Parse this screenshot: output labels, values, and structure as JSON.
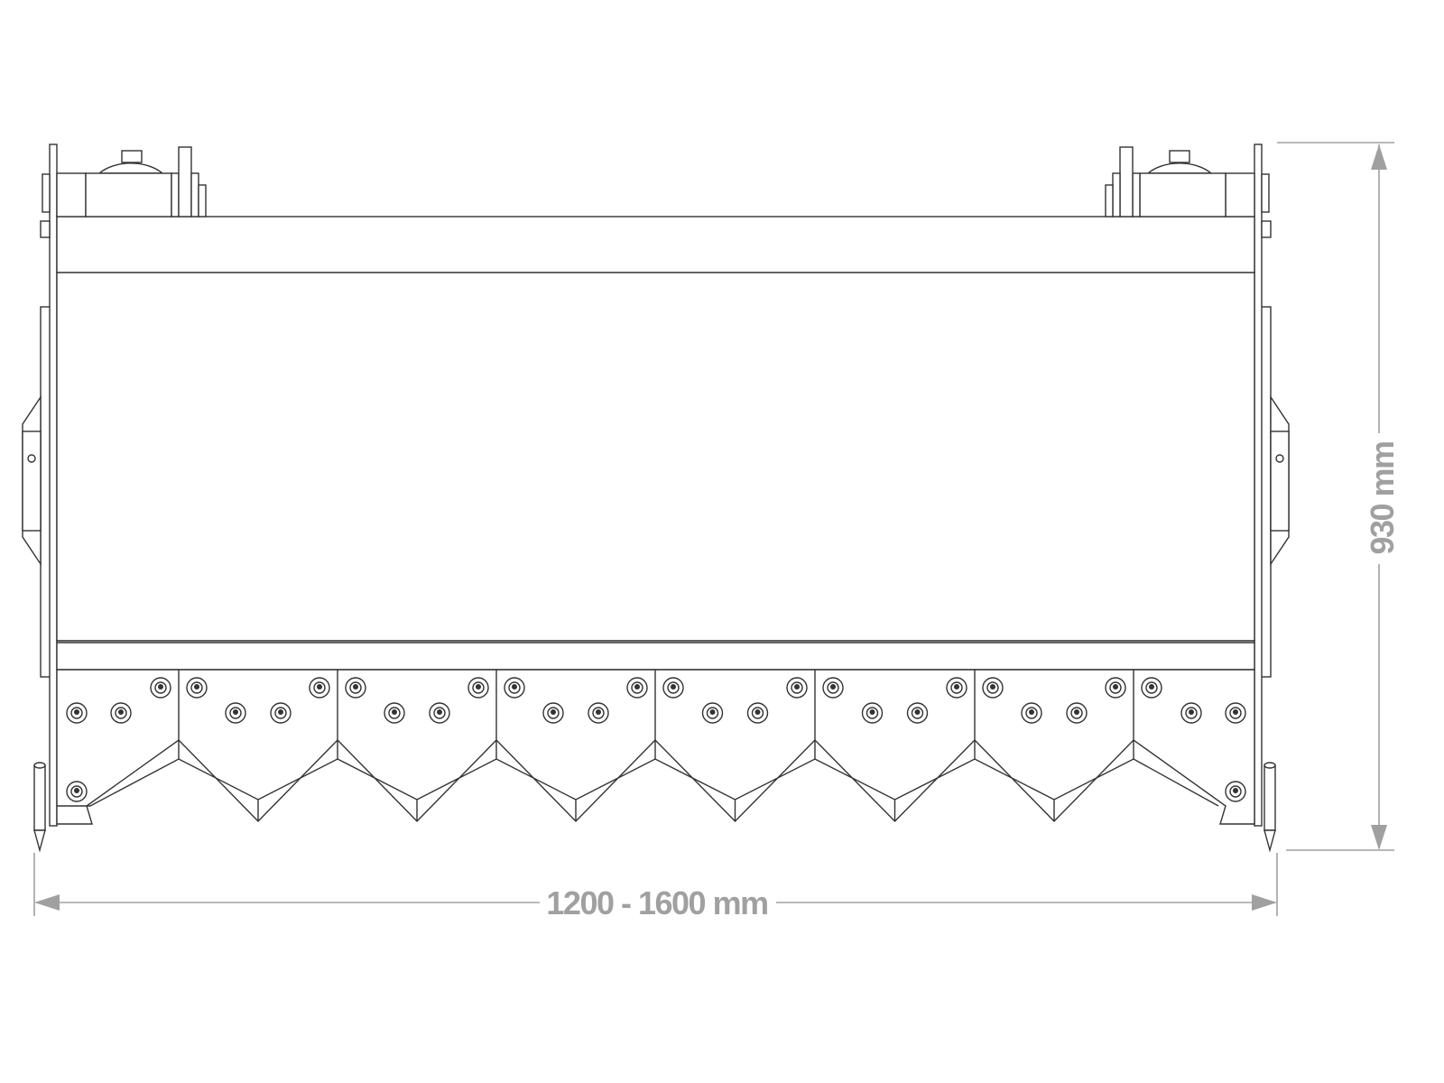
{
  "dimensions": {
    "width_label": "1200 - 1600 mm",
    "height_label": "930 mm"
  },
  "colors": {
    "line": "#333333",
    "dimension": "#a0a0a0"
  },
  "drawing": {
    "teeth_plates": 8,
    "tooth_tips": 6
  }
}
